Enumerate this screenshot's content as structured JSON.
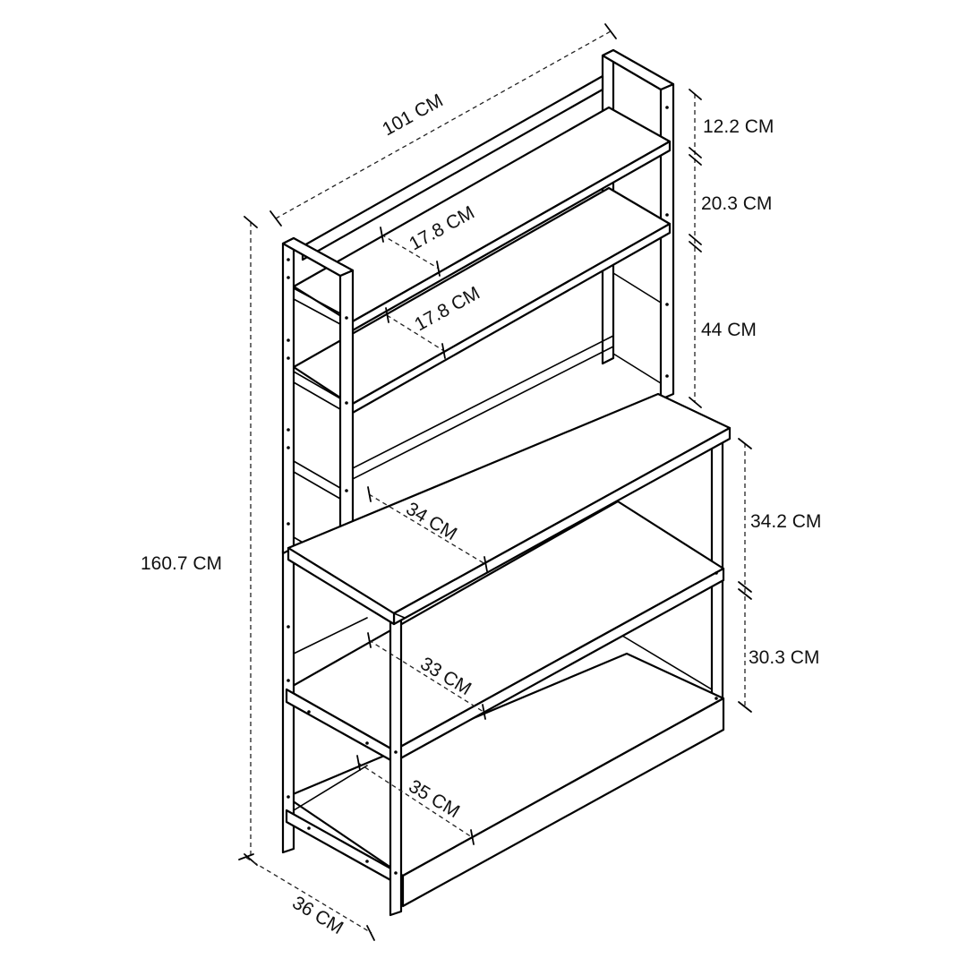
{
  "diagram": {
    "labels": {
      "width": "101 CM",
      "top_gap": "12.2 CM",
      "upper_gap": "20.3 CM",
      "hutch_height": "44 CM",
      "top_shelf_depth": "17.8 CM",
      "second_shelf_depth": "17.8 CM",
      "desk_depth": "34 CM",
      "total_height": "160.7 CM",
      "desk_gap": "34.2 CM",
      "lower_gap": "30.3 CM",
      "middle_shelf_depth": "33 CM",
      "bottom_shelf_depth": "35 CM",
      "overall_depth": "36 CM"
    },
    "colors": {
      "line": "#000000",
      "background": "#ffffff"
    }
  }
}
